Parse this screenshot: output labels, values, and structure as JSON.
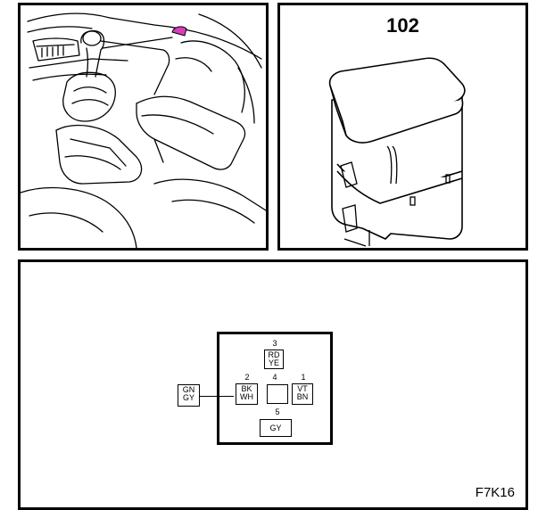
{
  "component": {
    "number": "102"
  },
  "figure": {
    "code": "F7K16"
  },
  "connector": {
    "pins": [
      {
        "pin": "1",
        "colors": [
          "VT",
          "BN"
        ]
      },
      {
        "pin": "2",
        "colors": [
          "BK",
          "WH"
        ]
      },
      {
        "pin": "3",
        "colors": [
          "RD",
          "YE"
        ]
      },
      {
        "pin": "4",
        "colors": []
      },
      {
        "pin": "5",
        "colors": [
          "GY"
        ]
      }
    ],
    "external_wire": {
      "colors": [
        "GN",
        "GY"
      ]
    }
  },
  "colors": {
    "highlight": "#d63fbd",
    "line": "#000000"
  }
}
